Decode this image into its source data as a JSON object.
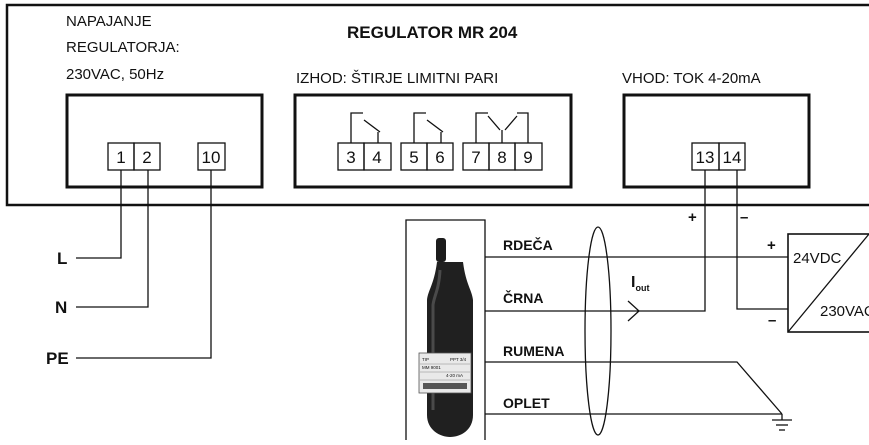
{
  "regulator": {
    "title": "REGULATOR MR 204",
    "power_label": [
      "NAPAJANJE",
      "REGULATORJA:",
      "230VAC, 50Hz"
    ],
    "output_label": "IZHOD: ŠTIRJE LIMITNI PARI",
    "input_label": "VHOD: TOK 4-20mA"
  },
  "terminals": {
    "power": [
      "1",
      "2",
      "10"
    ],
    "output": [
      "3",
      "4",
      "5",
      "6",
      "7",
      "8",
      "9"
    ],
    "input": [
      "13",
      "14"
    ]
  },
  "mains": [
    "L",
    "N",
    "PE"
  ],
  "sensor_wires": [
    "RDEČA",
    "ČRNA",
    "RUMENA",
    "OPLET"
  ],
  "current_label": {
    "main": "I",
    "sub": "out"
  },
  "polarity": {
    "plus": "+",
    "minus": "–"
  },
  "power_supply": {
    "dc": "24VDC",
    "ac": "230VAC"
  },
  "sensor_label_lines": [
    "TIP",
    "PPT 3/4",
    "MM 9001",
    "4-20 mA"
  ]
}
